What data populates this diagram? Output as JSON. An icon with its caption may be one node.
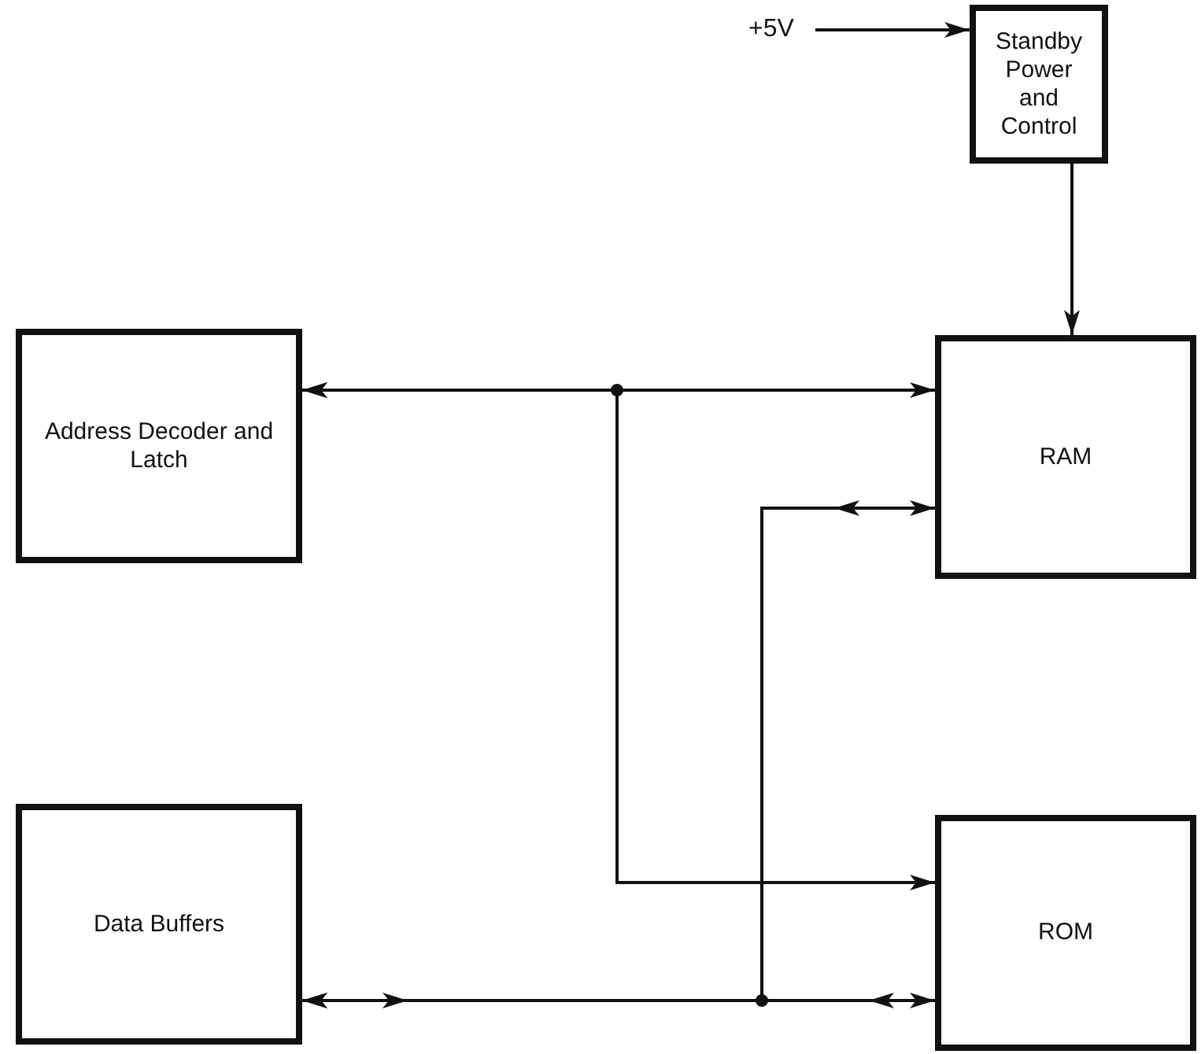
{
  "diagram": {
    "nodes": [
      {
        "text": [
          "+5V"
        ]
      },
      {
        "text": [
          "Standby Power and Control"
        ]
      },
      {
        "text": [
          "Address Decoder and Latch"
        ]
      },
      {
        "text": [
          "RAM"
        ]
      },
      {
        "text": [
          "Data Buffers"
        ]
      },
      {
        "text": [
          "ROM"
        ]
      }
    ],
    "edges": [
      {
        "from": 0,
        "to": 1,
        "arrow": "to"
      },
      {
        "from": 1,
        "to": 3,
        "arrow": "to"
      },
      {
        "from": 2,
        "to": 3,
        "arrow": "both"
      },
      {
        "from": 2,
        "to": 5,
        "arrow": "both"
      },
      {
        "from": 4,
        "to": 5,
        "arrow": "both"
      },
      {
        "from": 4,
        "to": 3,
        "arrow": "both"
      }
    ]
  }
}
